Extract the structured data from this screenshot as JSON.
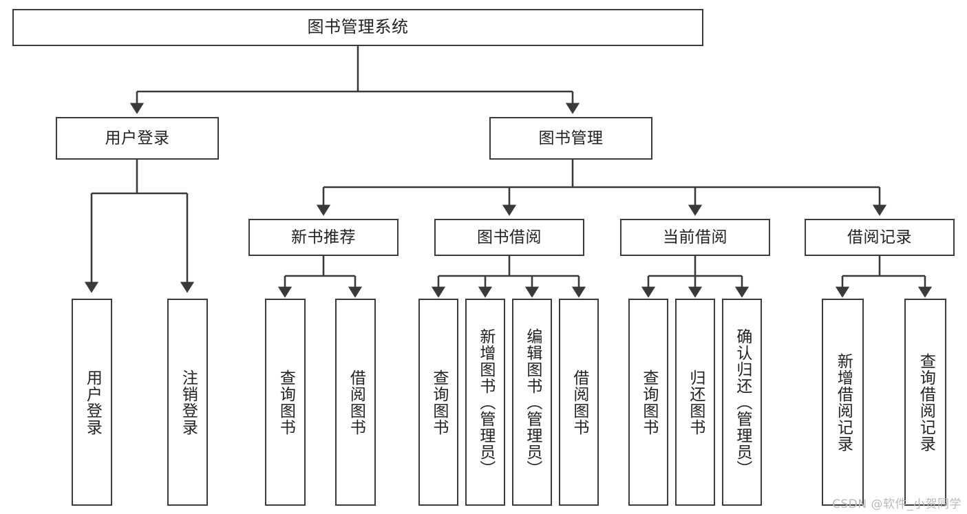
{
  "diagram": {
    "type": "tree-hierarchy",
    "title": "图书管理系统",
    "orientation": "top-down",
    "colors": {
      "node_border": "#3a3a3a",
      "node_fill": "#ffffff",
      "edge": "#3a3a3a",
      "text": "#222222",
      "watermark": "#b9b9b9",
      "background": "#ffffff"
    },
    "watermark": "CSDN @软件_小贺同学",
    "nodes": {
      "root": {
        "label": "图书管理系统",
        "level": 0
      },
      "login": {
        "label": "用户登录",
        "level": 1
      },
      "book_mgmt": {
        "label": "图书管理",
        "level": 1
      },
      "new_book_rec": {
        "label": "新书推荐",
        "level": 2
      },
      "book_borrow": {
        "label": "图书借阅",
        "level": 2
      },
      "current_borrow": {
        "label": "当前借阅",
        "level": 2
      },
      "borrow_record": {
        "label": "借阅记录",
        "level": 2
      },
      "leaf_user_login": {
        "label": "用户登录",
        "level": 2,
        "parent": "login"
      },
      "leaf_logout": {
        "label": "注销登录",
        "level": 2,
        "parent": "login"
      },
      "leaf_query_book_1": {
        "label": "查询图书",
        "level": 3,
        "parent": "new_book_rec"
      },
      "leaf_borrow_book_1": {
        "label": "借阅图书",
        "level": 3,
        "parent": "new_book_rec"
      },
      "leaf_query_book_2": {
        "label": "查询图书",
        "level": 3,
        "parent": "book_borrow"
      },
      "leaf_add_book": {
        "label": "新增图书（管理员）",
        "level": 3,
        "parent": "book_borrow"
      },
      "leaf_edit_book": {
        "label": "编辑图书（管理员）",
        "level": 3,
        "parent": "book_borrow"
      },
      "leaf_borrow_book_2": {
        "label": "借阅图书",
        "level": 3,
        "parent": "book_borrow"
      },
      "leaf_query_book_3": {
        "label": "查询图书",
        "level": 3,
        "parent": "current_borrow"
      },
      "leaf_return_book": {
        "label": "归还图书",
        "level": 3,
        "parent": "current_borrow"
      },
      "leaf_confirm_return": {
        "label": "确认归还（管理员）",
        "level": 3,
        "parent": "current_borrow"
      },
      "leaf_add_record": {
        "label": "新增借阅记录",
        "level": 3,
        "parent": "borrow_record"
      },
      "leaf_query_record": {
        "label": "查询借阅记录",
        "level": 3,
        "parent": "borrow_record"
      }
    }
  }
}
